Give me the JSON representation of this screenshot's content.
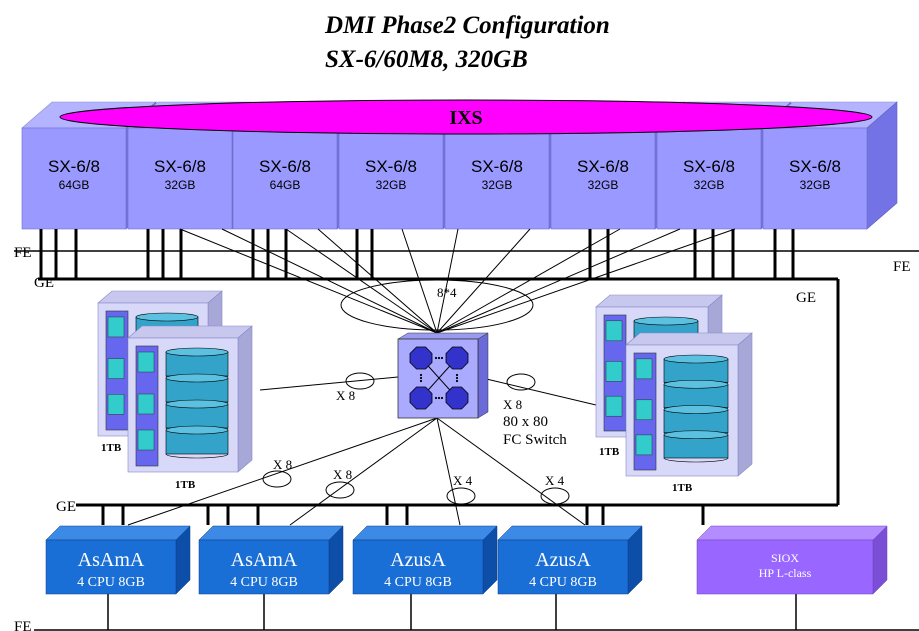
{
  "title": {
    "line1": "DMI Phase2 Configuration",
    "line2": "SX-6/60M8,  320GB"
  },
  "ixs_label": "IXS",
  "sx_nodes": [
    {
      "name": "SX-6/8",
      "mem": "64GB"
    },
    {
      "name": "SX-6/8",
      "mem": "32GB"
    },
    {
      "name": "SX-6/8",
      "mem": "64GB"
    },
    {
      "name": "SX-6/8",
      "mem": "32GB"
    },
    {
      "name": "SX-6/8",
      "mem": "32GB"
    },
    {
      "name": "SX-6/8",
      "mem": "32GB"
    },
    {
      "name": "SX-6/8",
      "mem": "32GB"
    },
    {
      "name": "SX-6/8",
      "mem": "32GB"
    }
  ],
  "network_labels": {
    "fe_left": "FE",
    "fe_right": "FE",
    "ge_top_left": "GE",
    "ge_top_right": "GE",
    "ge_bottom_left": "GE",
    "fe_bottom_left": "FE"
  },
  "fc_bundle_label": "8*4",
  "fc_switch": {
    "ports": "80 x 80",
    "name": "FC Switch",
    "link_right": "X 8"
  },
  "link_left_storage": "X 8",
  "storage": [
    {
      "back_label": "1TB",
      "front_label": "1TB"
    },
    {
      "back_label": "1TB",
      "front_label": "1TB"
    }
  ],
  "front_end_links": [
    "X 8",
    "X 8",
    "X 4",
    "X 4"
  ],
  "servers": [
    {
      "name": "AsAmA",
      "spec": "4 CPU 8GB"
    },
    {
      "name": "AsAmA",
      "spec": "4 CPU 8GB"
    },
    {
      "name": "AzusA",
      "spec": "4 CPU 8GB"
    },
    {
      "name": "AzusA",
      "spec": "4 CPU 8GB"
    }
  ],
  "siox": {
    "name": "SIOX",
    "spec": "HP L-class"
  },
  "colors": {
    "sx_face": "#9999ff",
    "sx_top": "#b3b3ff",
    "sx_side": "#7373e6",
    "ixs": "#ff00ff",
    "server_face": "#1a6fd6",
    "server_top": "#3d8ae6",
    "server_side": "#0d4fa8",
    "siox_face": "#9966ff",
    "disk": "#33a3c9",
    "switch": "#3333cc"
  }
}
